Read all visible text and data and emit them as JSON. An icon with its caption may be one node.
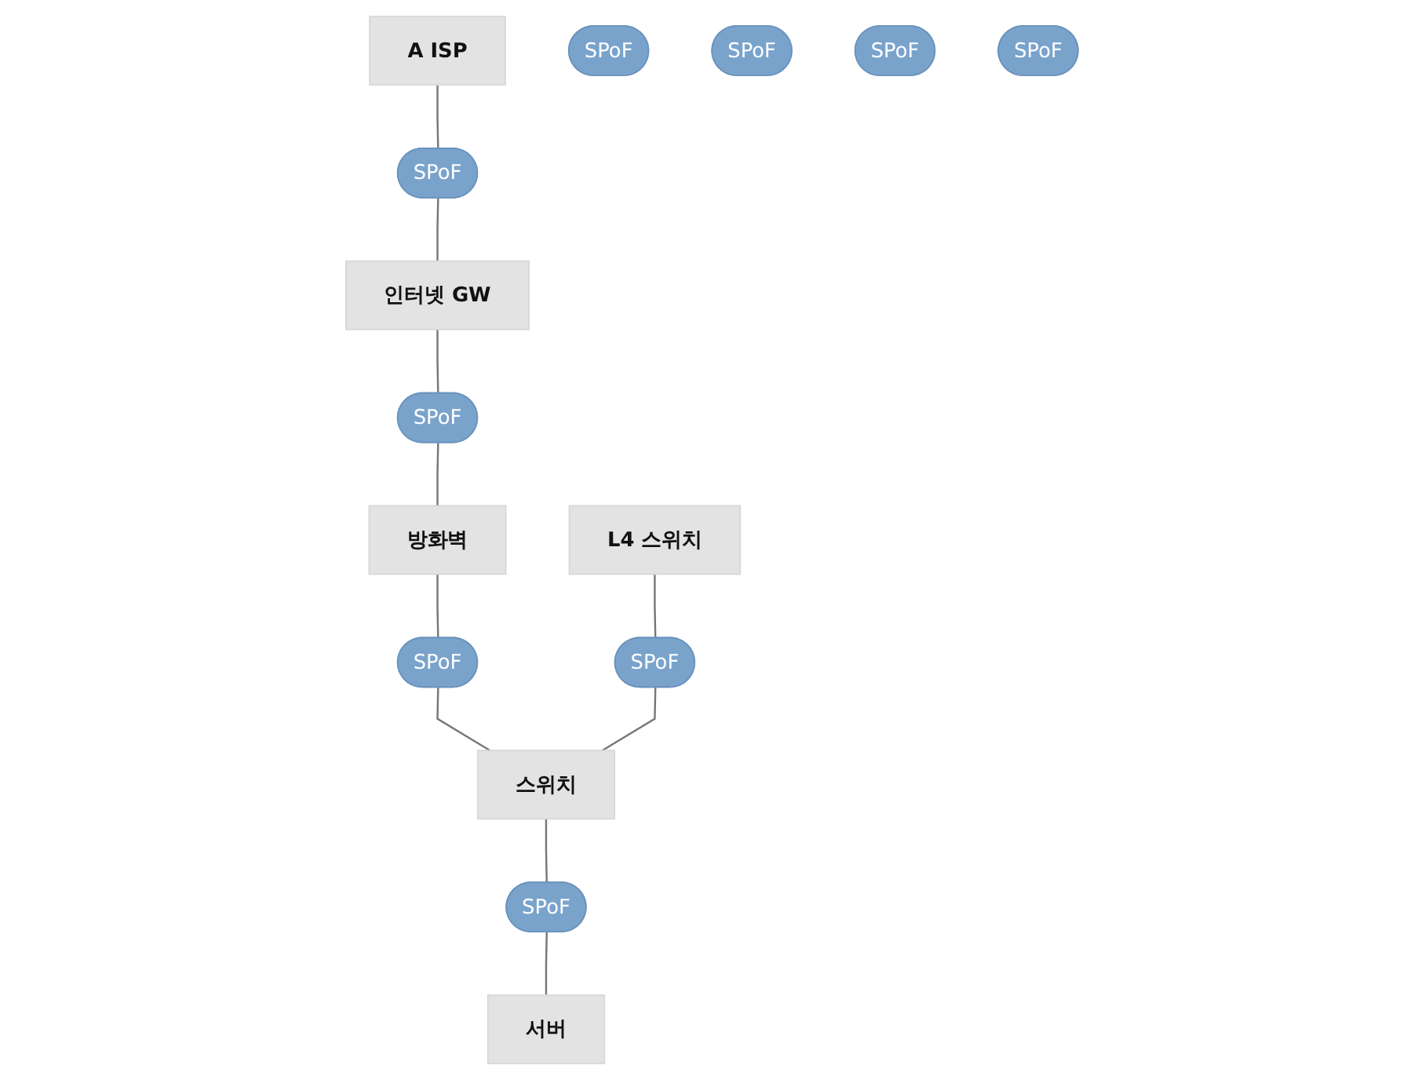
{
  "diagram": {
    "nodes": [
      {
        "text": [
          "A ISP"
        ]
      },
      {
        "text": [
          "SPoF"
        ]
      },
      {
        "text": [
          "인터넷 GW"
        ]
      },
      {
        "text": [
          "SPoF"
        ]
      },
      {
        "text": [
          "SPoF"
        ]
      },
      {
        "text": [
          "방화벽"
        ]
      },
      {
        "text": [
          "SPoF"
        ]
      },
      {
        "text": [
          "SPoF"
        ]
      },
      {
        "text": [
          "SPoF"
        ]
      },
      {
        "text": [
          "L4 스위치"
        ]
      },
      {
        "text": [
          "SPoF"
        ]
      },
      {
        "text": [
          "스위치"
        ]
      },
      {
        "text": [
          "SPoF"
        ]
      },
      {
        "text": [
          "SPoF"
        ]
      },
      {
        "text": [
          "서버"
        ]
      }
    ],
    "edges": [
      {
        "from": 0,
        "to": 1,
        "arrow": "none"
      },
      {
        "from": 1,
        "to": 2,
        "arrow": "none"
      },
      {
        "from": 2,
        "to": 4,
        "arrow": "none"
      },
      {
        "from": 4,
        "to": 5,
        "arrow": "none"
      },
      {
        "from": 5,
        "to": 7,
        "arrow": "none"
      },
      {
        "from": 7,
        "to": 11,
        "arrow": "none"
      },
      {
        "from": 9,
        "to": 10,
        "arrow": "none"
      },
      {
        "from": 10,
        "to": 11,
        "arrow": "none"
      },
      {
        "from": 11,
        "to": 13,
        "arrow": "none"
      },
      {
        "from": 13,
        "to": 14,
        "arrow": "none"
      }
    ]
  }
}
